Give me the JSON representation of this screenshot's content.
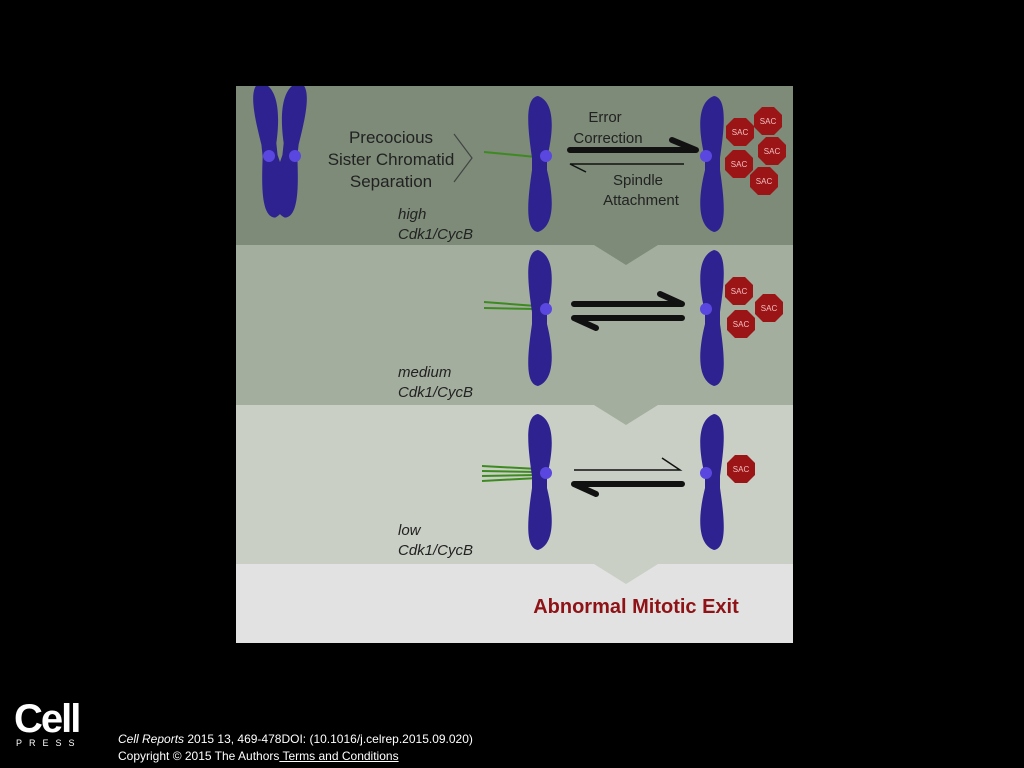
{
  "figure": {
    "panel1": {
      "process": [
        "Precocious",
        "Sister Chromatid",
        "Separation"
      ],
      "arrow_top": [
        "Error",
        "Correction"
      ],
      "arrow_bottom": [
        "Spindle",
        "Attachment"
      ],
      "level": [
        "high",
        "Cdk1/CycB"
      ]
    },
    "panel2": {
      "level": [
        "medium",
        "Cdk1/CycB"
      ]
    },
    "panel3": {
      "level": [
        "low",
        "Cdk1/CycB"
      ]
    },
    "sac_label": "SAC",
    "outcome": "Abnormal Mitotic Exit",
    "colors": {
      "panel1": "#7d8b78",
      "panel2": "#a4ae9e",
      "panel3": "#c9cfc4",
      "panel4": "#e1e2e1",
      "chromosome": "#2e2291",
      "centromere": "#5a47e0",
      "sac": "#9b1416",
      "outcome": "#8e1216",
      "microtubule": "#3d8a20"
    }
  },
  "footer": {
    "logo": "Cell",
    "logo_sub": "PRESS",
    "journal": "Cell Reports",
    "citation": " 2015 13, 469-478DOI: (10.1016/j.celrep.2015.09.020)",
    "copyright": "Copyright © 2015 The Authors",
    "terms": " Terms and Conditions"
  }
}
